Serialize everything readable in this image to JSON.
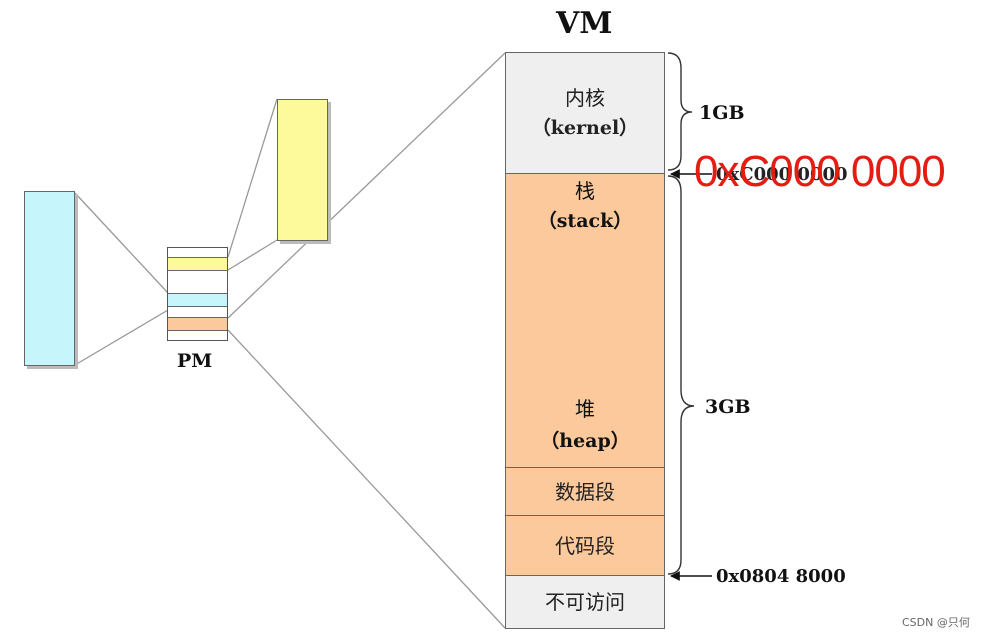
{
  "title": "VM",
  "pm_label": "PM",
  "colors": {
    "kernel_fill": "#efefef",
    "user_fill": "#fbc99b",
    "inaccessible_fill": "#efefef",
    "yellow_fill": "#fdfa9b",
    "cyan_fill": "#c6f5fb",
    "annotation_red": "#e51c12"
  },
  "segments": {
    "kernel": {
      "name": "内核",
      "sub": "（kernel）"
    },
    "stack": {
      "name": "栈",
      "sub": "（stack）"
    },
    "heap": {
      "name": "堆",
      "sub": "（heap）"
    },
    "data": {
      "name": "数据段"
    },
    "code": {
      "name": "代码段"
    },
    "inaccessible": {
      "name": "不可访问"
    }
  },
  "braces": {
    "kernel_size": "1GB",
    "user_size": "3GB"
  },
  "addresses": {
    "kernel_boundary": "0xC000 0000",
    "kernel_boundary_annotation": "0xC000 0000",
    "code_start": "0x0804 8000"
  },
  "watermark": "CSDN @只何"
}
